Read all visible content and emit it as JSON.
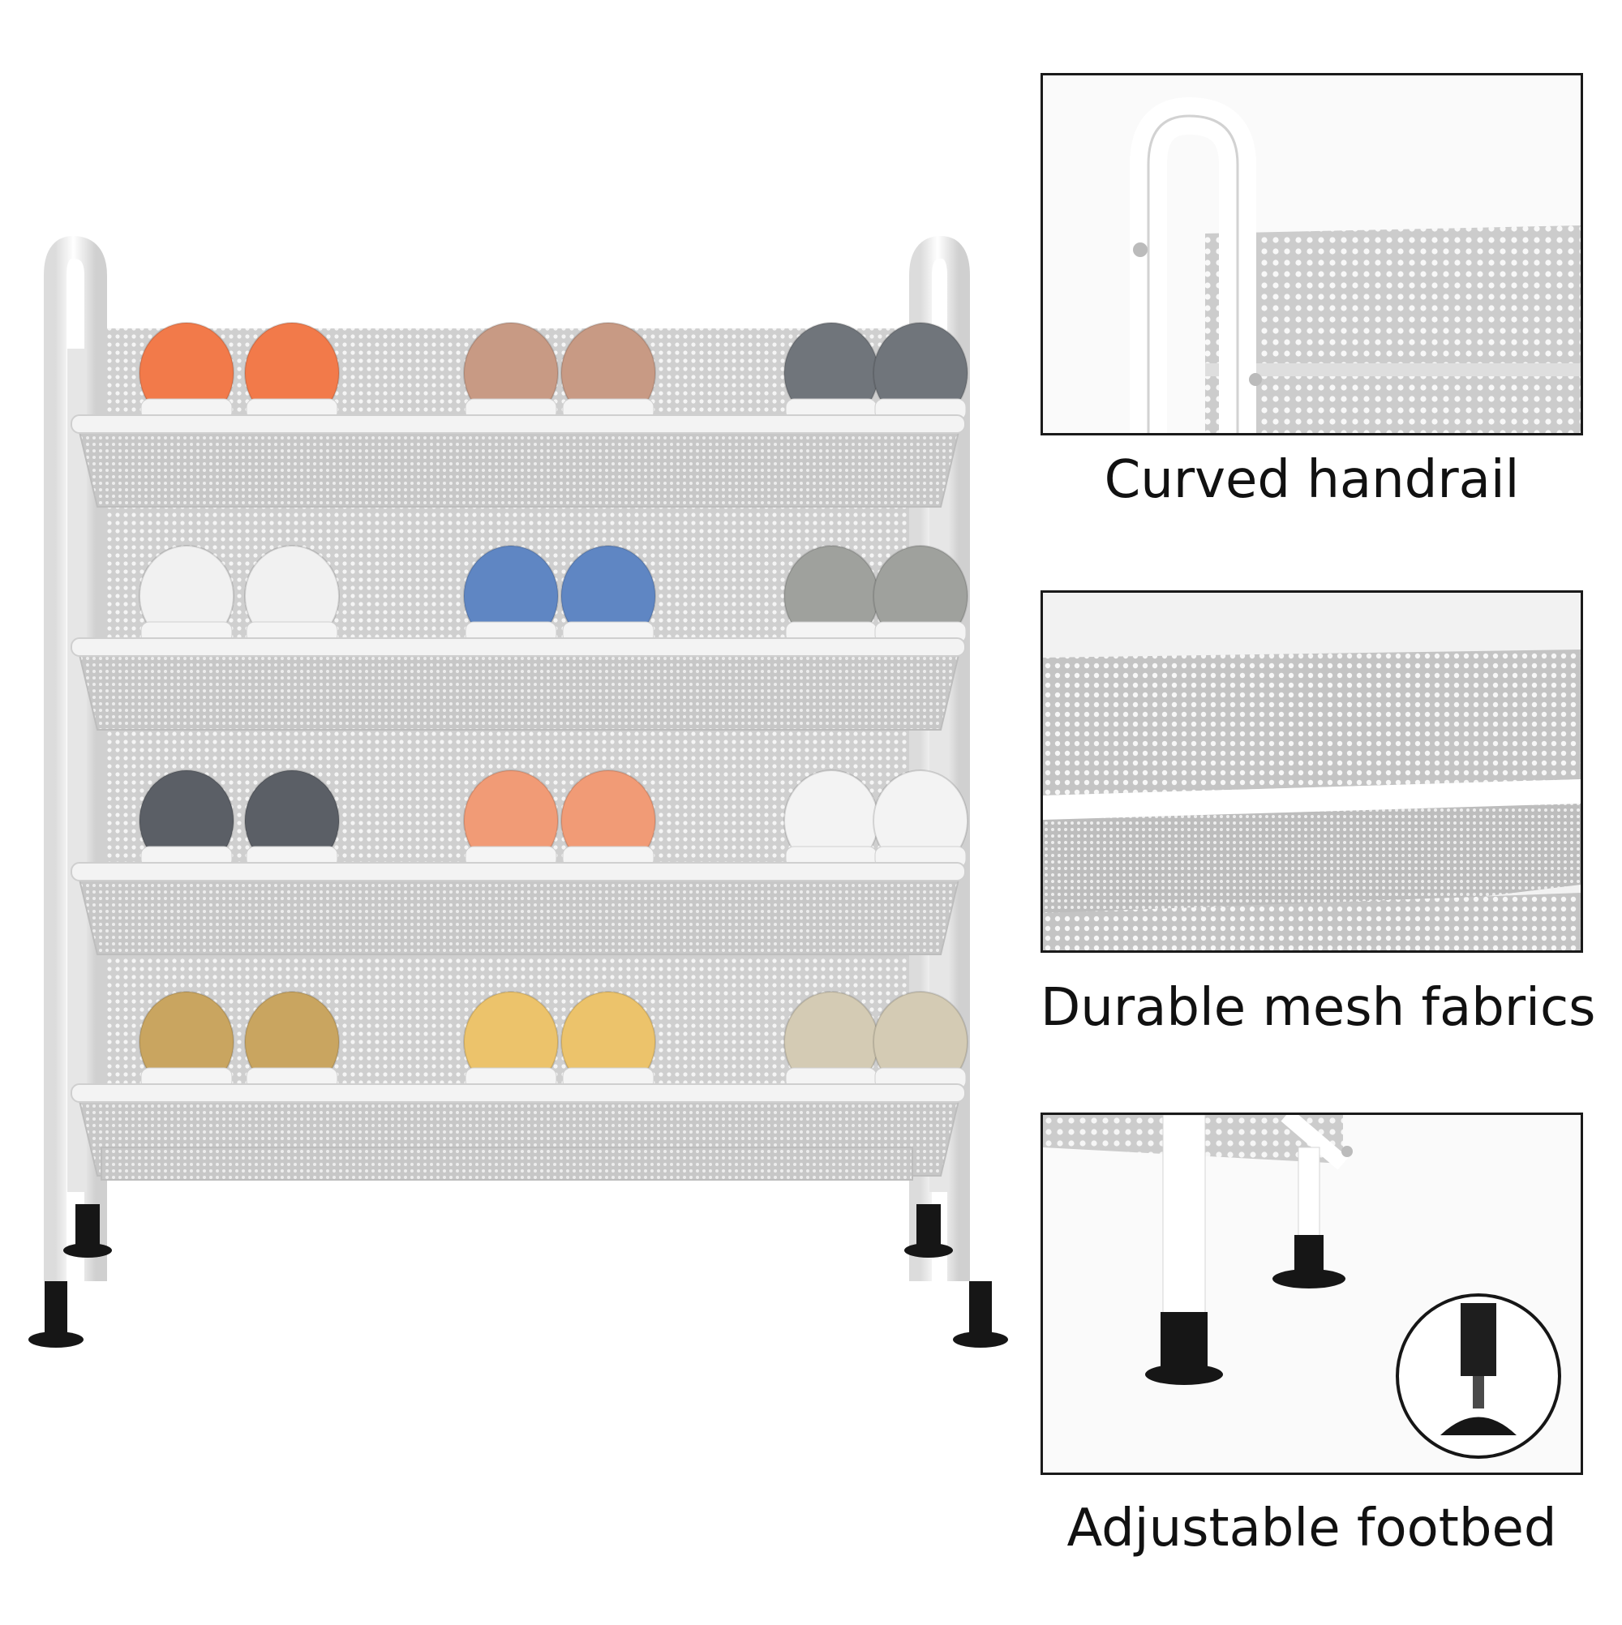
{
  "colors": {
    "frame_white": "#ffffff",
    "mesh_gray": "#d6d6d6",
    "foot_black": "#161616",
    "panel_border": "#1a1a1a",
    "caption_text": "#111111"
  },
  "features": [
    {
      "label": "Curved handrail",
      "icon": "curved-handrail-closeup"
    },
    {
      "label": "Durable mesh fabrics",
      "icon": "mesh-fabric-closeup"
    },
    {
      "label": "Adjustable footbed",
      "icon": "adjustable-foot-closeup"
    }
  ],
  "product": {
    "type": "4-tier mesh shoe rack",
    "tiers": 4,
    "shoe_colors": [
      [
        "#f27a4a",
        "#c89a84",
        "#70757b"
      ],
      [
        "#f1f1f1",
        "#5f86c3",
        "#9fa19d"
      ],
      [
        "#5b5f66",
        "#f19b76",
        "#f3f3f3"
      ],
      [
        "#c9a560",
        "#ecc36b",
        "#d4cbb4"
      ]
    ]
  }
}
